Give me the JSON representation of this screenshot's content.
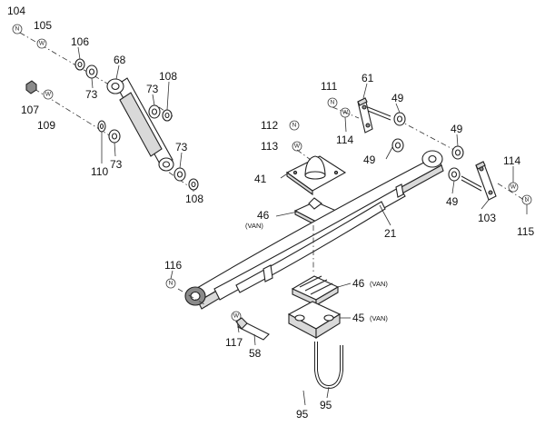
{
  "labels": {
    "p104": "104",
    "p105": "105",
    "p106": "106",
    "p68": "68",
    "p108a": "108",
    "p73a": "73",
    "p73b": "73",
    "p107": "107",
    "p109": "109",
    "p110": "110",
    "p73c": "73",
    "p73d": "73",
    "p108b": "108",
    "p112": "112",
    "p113": "113",
    "p41": "41",
    "p46a": "46",
    "p46a_note": "(VAN)",
    "p111": "111",
    "p61": "61",
    "p49a": "49",
    "p114a": "114",
    "p49b": "49",
    "p49c": "49",
    "p49d": "49",
    "p114b": "114",
    "p103": "103",
    "p21": "21",
    "p115": "115",
    "p116": "116",
    "p46b": "46",
    "p46b_note": "(VAN)",
    "p45": "45",
    "p45_note": "(VAN)",
    "p117": "117",
    "p58": "58",
    "p95a": "95",
    "p95b": "95"
  },
  "symbols": {
    "nut": "N",
    "washer": "W"
  }
}
